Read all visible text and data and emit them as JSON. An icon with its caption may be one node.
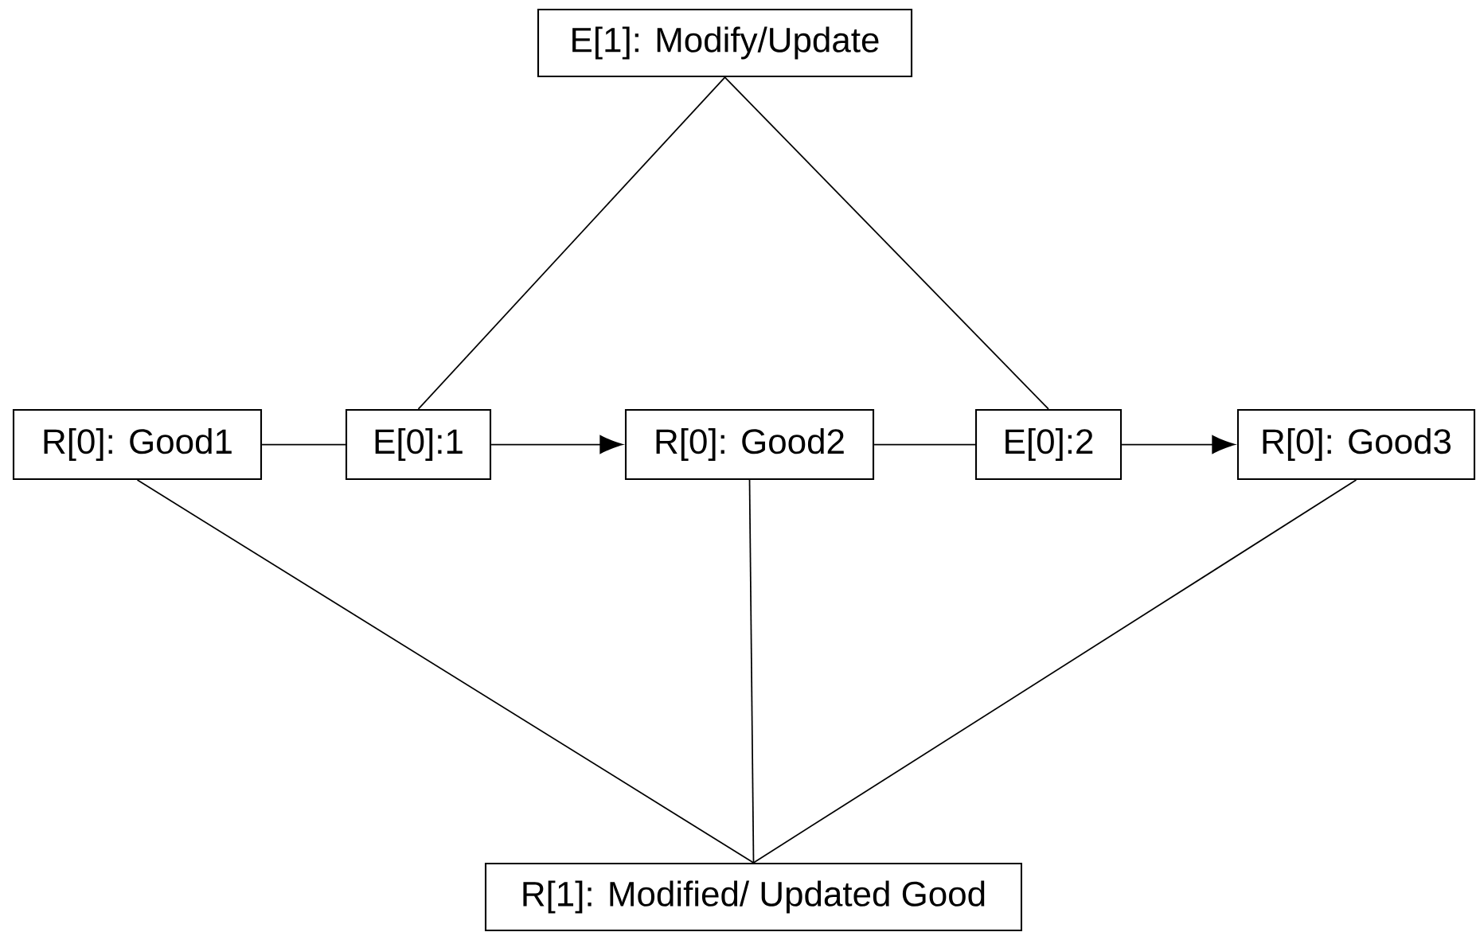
{
  "diagram": {
    "nodes": [
      {
        "text": [
          "E[1]: Modify/Update"
        ]
      },
      {
        "text": [
          "R[0]: Good1"
        ]
      },
      {
        "text": [
          "E[0]:1"
        ]
      },
      {
        "text": [
          "R[0]: Good2"
        ]
      },
      {
        "text": [
          "E[0]:2"
        ]
      },
      {
        "text": [
          "R[0]: Good3"
        ]
      },
      {
        "text": [
          "R[1]: Modified/ Updated Good"
        ]
      }
    ],
    "edges": [
      {
        "from": 0,
        "to": 2,
        "arrow": "none"
      },
      {
        "from": 0,
        "to": 4,
        "arrow": "none"
      },
      {
        "from": 1,
        "to": 2,
        "arrow": "none"
      },
      {
        "from": 2,
        "to": 3,
        "arrow": "to"
      },
      {
        "from": 3,
        "to": 4,
        "arrow": "none"
      },
      {
        "from": 4,
        "to": 5,
        "arrow": "to"
      },
      {
        "from": 1,
        "to": 6,
        "arrow": "none"
      },
      {
        "from": 3,
        "to": 6,
        "arrow": "none"
      },
      {
        "from": 5,
        "to": 6,
        "arrow": "none"
      }
    ]
  }
}
